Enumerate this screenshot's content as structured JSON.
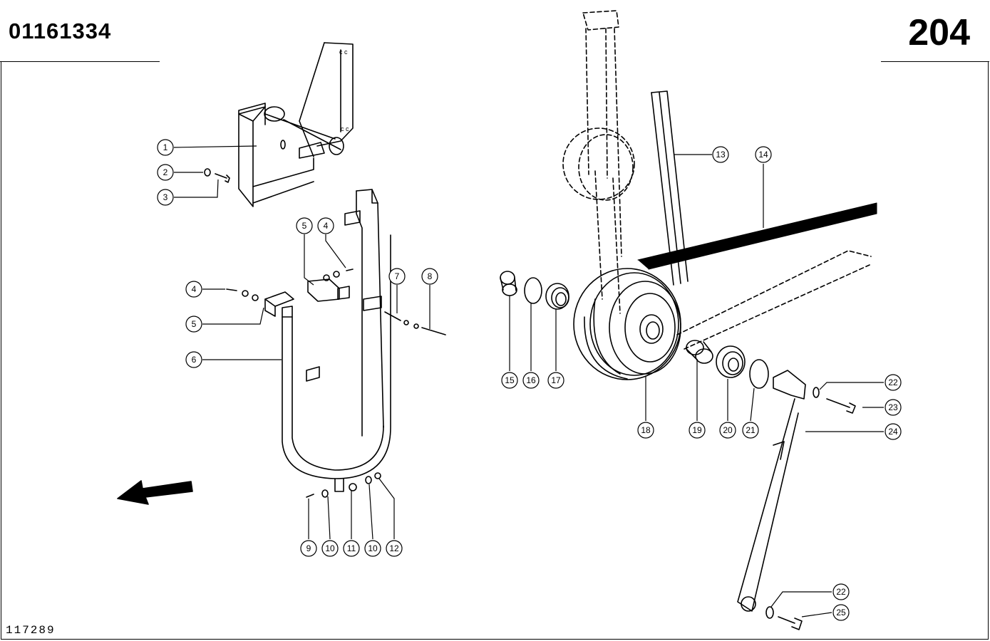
{
  "header": {
    "part_number": "01161334",
    "page_number": "204"
  },
  "footer": {
    "drawing_number": "117289"
  },
  "callouts": [
    {
      "label": "1"
    },
    {
      "label": "2"
    },
    {
      "label": "3"
    },
    {
      "label": "5"
    },
    {
      "label": "4"
    },
    {
      "label": "4"
    },
    {
      "label": "5"
    },
    {
      "label": "6"
    },
    {
      "label": "7"
    },
    {
      "label": "8"
    },
    {
      "label": "9"
    },
    {
      "label": "10"
    },
    {
      "label": "11"
    },
    {
      "label": "10"
    },
    {
      "label": "12"
    },
    {
      "label": "13"
    },
    {
      "label": "14"
    },
    {
      "label": "15"
    },
    {
      "label": "16"
    },
    {
      "label": "17"
    },
    {
      "label": "18"
    },
    {
      "label": "19"
    },
    {
      "label": "20"
    },
    {
      "label": "21"
    },
    {
      "label": "22"
    },
    {
      "label": "23"
    },
    {
      "label": "24"
    },
    {
      "label": "22"
    },
    {
      "label": "25"
    }
  ]
}
